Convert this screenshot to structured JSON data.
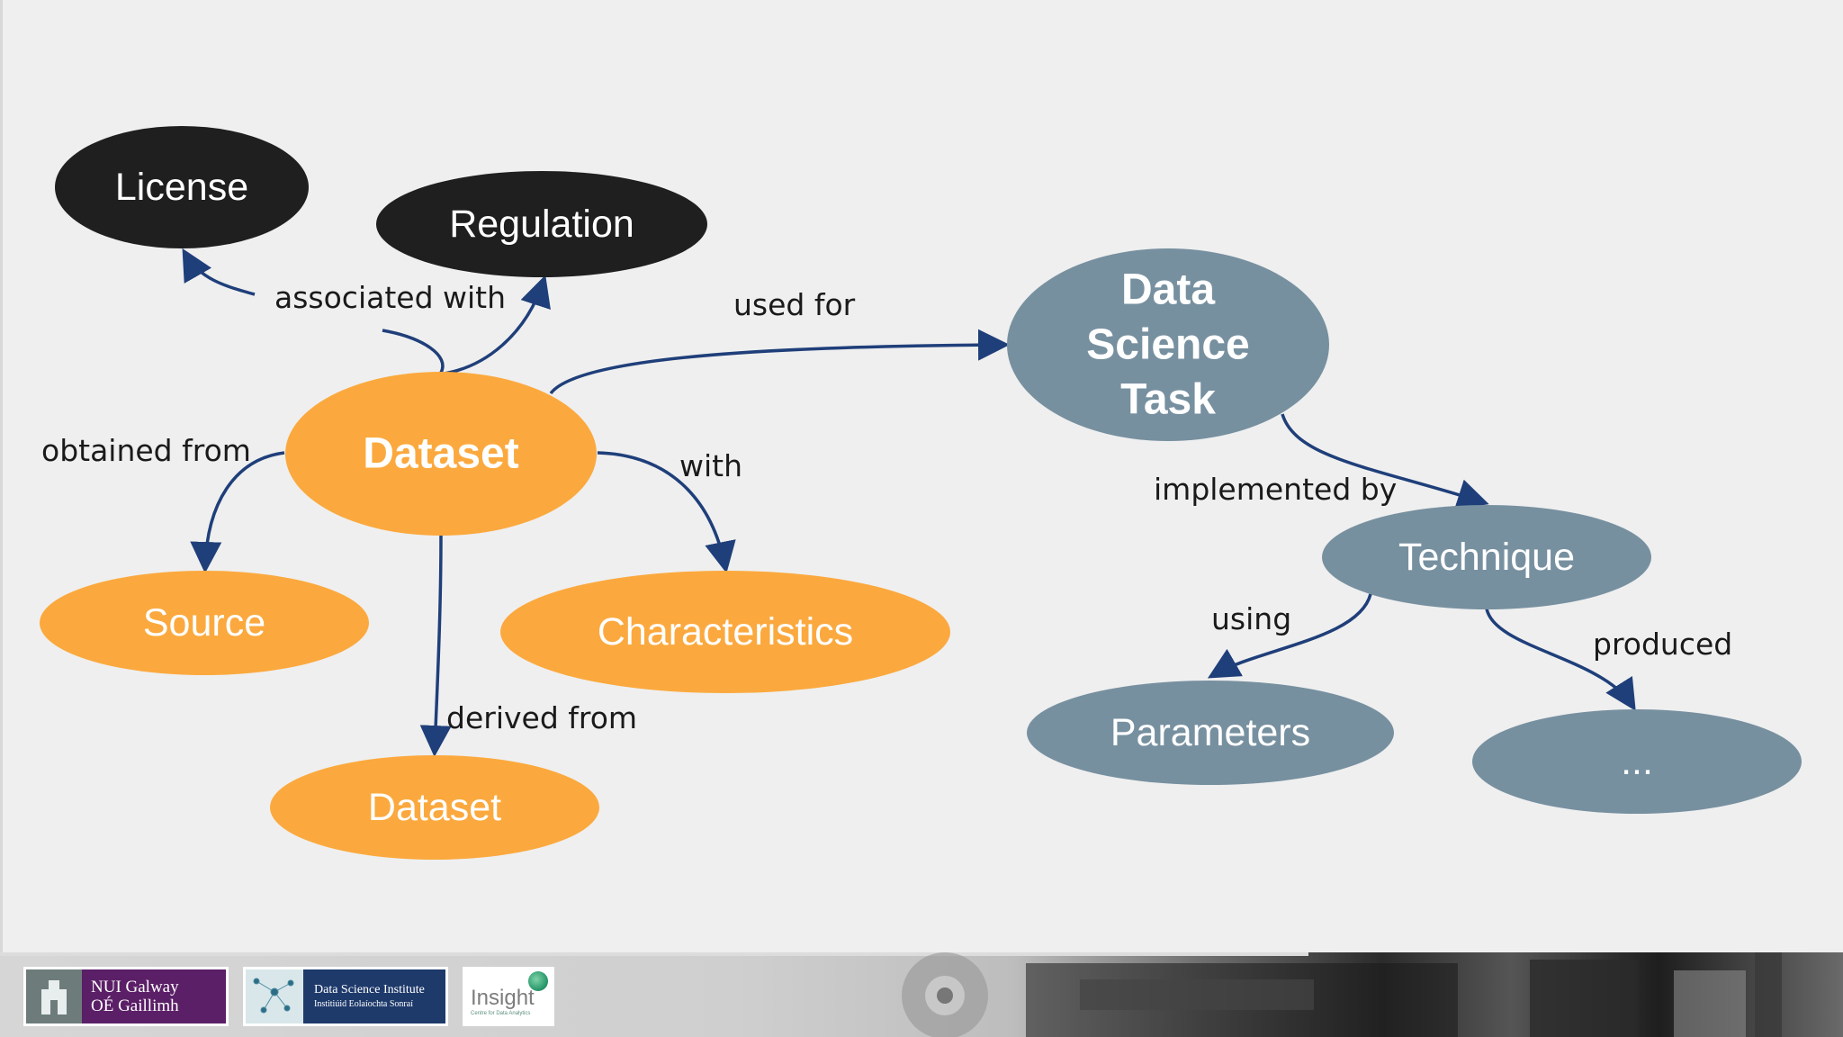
{
  "diagram": {
    "nodes": {
      "license": "License",
      "regulation": "Regulation",
      "dataset_main": "Dataset",
      "source": "Source",
      "characteristics": "Characteristics",
      "dataset_derived": "Dataset",
      "dst_line1": "Data",
      "dst_line2": "Science",
      "dst_line3": "Task",
      "technique": "Technique",
      "parameters": "Parameters",
      "ellipsis": "..."
    },
    "edge_labels": {
      "associated_with": "associated with",
      "obtained_from": "obtained from",
      "used_for": "used for",
      "with": "with",
      "derived_from": "derived from",
      "implemented_by": "implemented by",
      "using": "using",
      "produced": "produced"
    },
    "colors": {
      "black_node": "#1f1f1f",
      "orange_node": "#fba93e",
      "slate_node": "#7790a0",
      "edge": "#1f3f7a"
    }
  },
  "footer": {
    "nui_line1": "NUI Galway",
    "nui_line2": "OÉ Gaillimh",
    "dsi_line1": "Data Science Institute",
    "dsi_line2": "Institiúid Eolaíochta Sonraí",
    "insight_name": "Insight",
    "insight_sub": "Centre for Data Analytics"
  }
}
